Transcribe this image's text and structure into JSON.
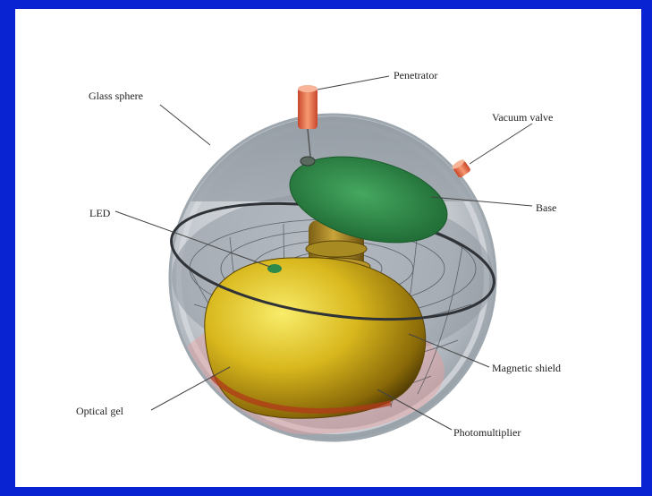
{
  "colors": {
    "background_border": "#0a23d2",
    "panel": "#ffffff",
    "glass_sphere": "#a8b0b8",
    "base_board": "#2e8a4a",
    "photomultiplier": "#c9a418",
    "penetrator": "#e8704a",
    "optical_gel": "#e8a0a0"
  },
  "labels": {
    "penetrator": "Penetrator",
    "glass_sphere": "Glass sphere",
    "vacuum_valve": "Vacuum valve",
    "led": "LED",
    "base": "Base",
    "magnetic_shield": "Magnetic shield",
    "optical_gel": "Optical gel",
    "photomultiplier": "Photomultiplier"
  }
}
